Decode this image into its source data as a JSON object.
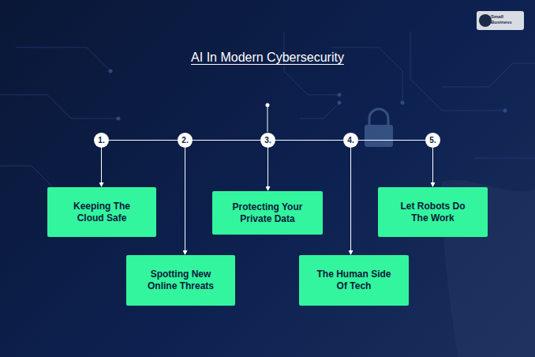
{
  "diagram": {
    "title": "AI In Modern Cybersecurity",
    "nodes": [
      {
        "text": [
          "1."
        ]
      },
      {
        "text": [
          "2."
        ]
      },
      {
        "text": [
          "3."
        ]
      },
      {
        "text": [
          "4."
        ]
      },
      {
        "text": [
          "5."
        ]
      },
      {
        "text": [
          "Keeping The Cloud Safe"
        ]
      },
      {
        "text": [
          "Spotting New Online Threats"
        ]
      },
      {
        "text": [
          "Protecting Your Private Data"
        ]
      },
      {
        "text": [
          "The Human Side Of Tech"
        ]
      },
      {
        "text": [
          "Let Robots Do The Work"
        ]
      }
    ],
    "edges": [
      {
        "from": 0,
        "to": 1,
        "arrow": "none"
      },
      {
        "from": 1,
        "to": 2,
        "arrow": "none"
      },
      {
        "from": 2,
        "to": 3,
        "arrow": "none"
      },
      {
        "from": 3,
        "to": 4,
        "arrow": "none"
      },
      {
        "from": 0,
        "to": 5,
        "arrow": "to"
      },
      {
        "from": 1,
        "to": 6,
        "arrow": "to"
      },
      {
        "from": 2,
        "to": 7,
        "arrow": "to"
      },
      {
        "from": 3,
        "to": 8,
        "arrow": "to"
      },
      {
        "from": 4,
        "to": 9,
        "arrow": "to"
      }
    ],
    "labels": [
      "Small Business"
    ]
  }
}
